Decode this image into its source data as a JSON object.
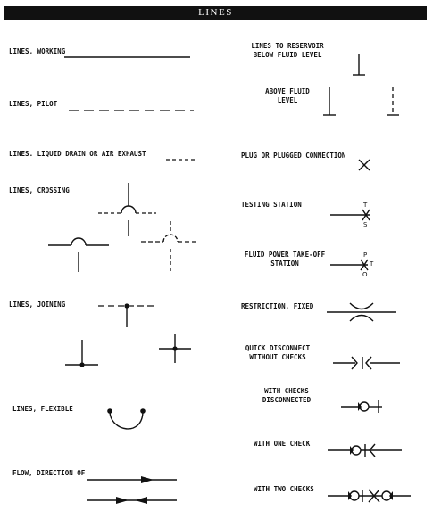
{
  "header": {
    "title": "LINES"
  },
  "left": {
    "working": "LINES, WORKING",
    "pilot": "LINES, PILOT",
    "drain": "LINES. LIQUID DRAIN OR AIR EXHAUST",
    "crossing": "LINES, CROSSING",
    "joining": "LINES, JOINING",
    "flexible": "LINES, FLEXIBLE",
    "flow": "FLOW, DIRECTION OF"
  },
  "right": {
    "reservoir_line1": "LINES TO RESERVOIR",
    "reservoir_line2": "BELOW FLUID LEVEL",
    "above_line1": "ABOVE FLUID",
    "above_line2": "LEVEL",
    "plug": "PLUG OR PLUGGED CONNECTION",
    "testing": "TESTING STATION",
    "takeoff_line1": "FLUID POWER TAKE-OFF",
    "takeoff_line2": "STATION",
    "restriction": "RESTRICTION, FIXED",
    "qd_line1": "QUICK DISCONNECT",
    "qd_line2": "WITHOUT CHECKS",
    "checks_line1": "WITH CHECKS",
    "checks_line2": "DISCONNECTED",
    "one_check": "WITH ONE CHECK",
    "two_checks": "WITH TWO CHECKS"
  },
  "symbol_letters": {
    "testing_top": "T",
    "testing_bottom": "S",
    "takeoff_top": "P",
    "takeoff_right": "T",
    "takeoff_bottom": "O"
  }
}
